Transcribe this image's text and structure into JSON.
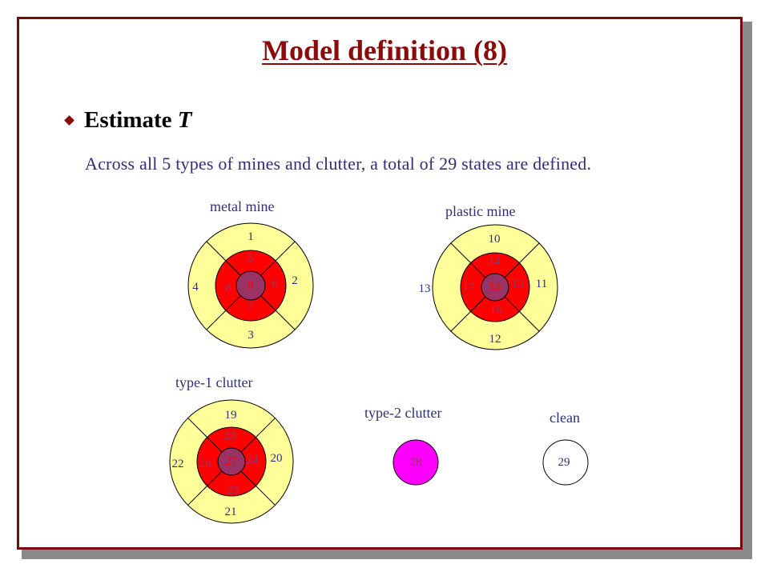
{
  "slide": {
    "title": "Model definition (8)",
    "bullet_text": "Estimate",
    "bullet_var": "T",
    "description": "Across all 5 types of mines and clutter, a total of 29 states are defined."
  },
  "groups": [
    {
      "key": "metal",
      "label": "metal mine",
      "outer": [
        "1",
        "2",
        "3",
        "4"
      ],
      "inner": [
        "5",
        "6",
        "7",
        "8"
      ],
      "center": "9"
    },
    {
      "key": "plastic",
      "label": "plastic mine",
      "outer": [
        "10",
        "11",
        "12",
        "13"
      ],
      "inner": [
        "14",
        "15",
        "16",
        "17"
      ],
      "center": "18"
    },
    {
      "key": "type1",
      "label": "type-1 clutter",
      "outer": [
        "19",
        "20",
        "21",
        "22"
      ],
      "inner": [
        "23",
        "24",
        "25",
        "26"
      ],
      "center": "27"
    },
    {
      "key": "type2",
      "label": "type-2 clutter",
      "center": "28"
    },
    {
      "key": "clean",
      "label": "clean",
      "center": "29"
    }
  ],
  "colors": {
    "title": "#8b0a0a",
    "text": "#2e2e7a",
    "outer_ring": "#ffff99",
    "inner_ring": "#ff0000",
    "center": "#993366",
    "type2_fill": "#ff00ff",
    "clean_fill": "#ffffff",
    "outer_numbers": "#2e2e7a",
    "inner_numbers": "#993366",
    "center_numbers": "#ff0000"
  }
}
